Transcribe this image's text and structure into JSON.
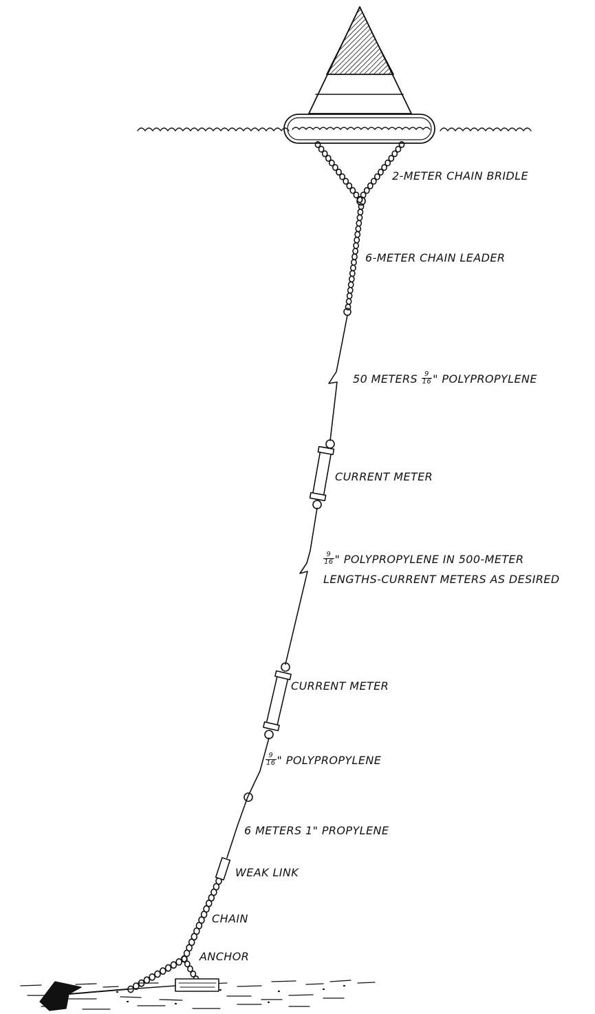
{
  "labels": {
    "bridle": "2-METER CHAIN BRIDLE",
    "leader": "6-METER CHAIN LEADER",
    "poly50_pre": "50 METERS",
    "poly50_post": "\" POLYPROPYLENE",
    "meter1": "CURRENT METER",
    "poly500_line1_post": "\" POLYPROPYLENE IN 500-METER",
    "poly500_line2": "LENGTHS-CURRENT METERS AS DESIRED",
    "meter2": "CURRENT METER",
    "poly_post": "\" POLYPROPYLENE",
    "propylene6": "6 METERS 1\" PROPYLENE",
    "weak_link": "WEAK LINK",
    "chain": "CHAIN",
    "anchor": "ANCHOR"
  },
  "fraction": {
    "numerator": "9",
    "denominator": "16"
  }
}
